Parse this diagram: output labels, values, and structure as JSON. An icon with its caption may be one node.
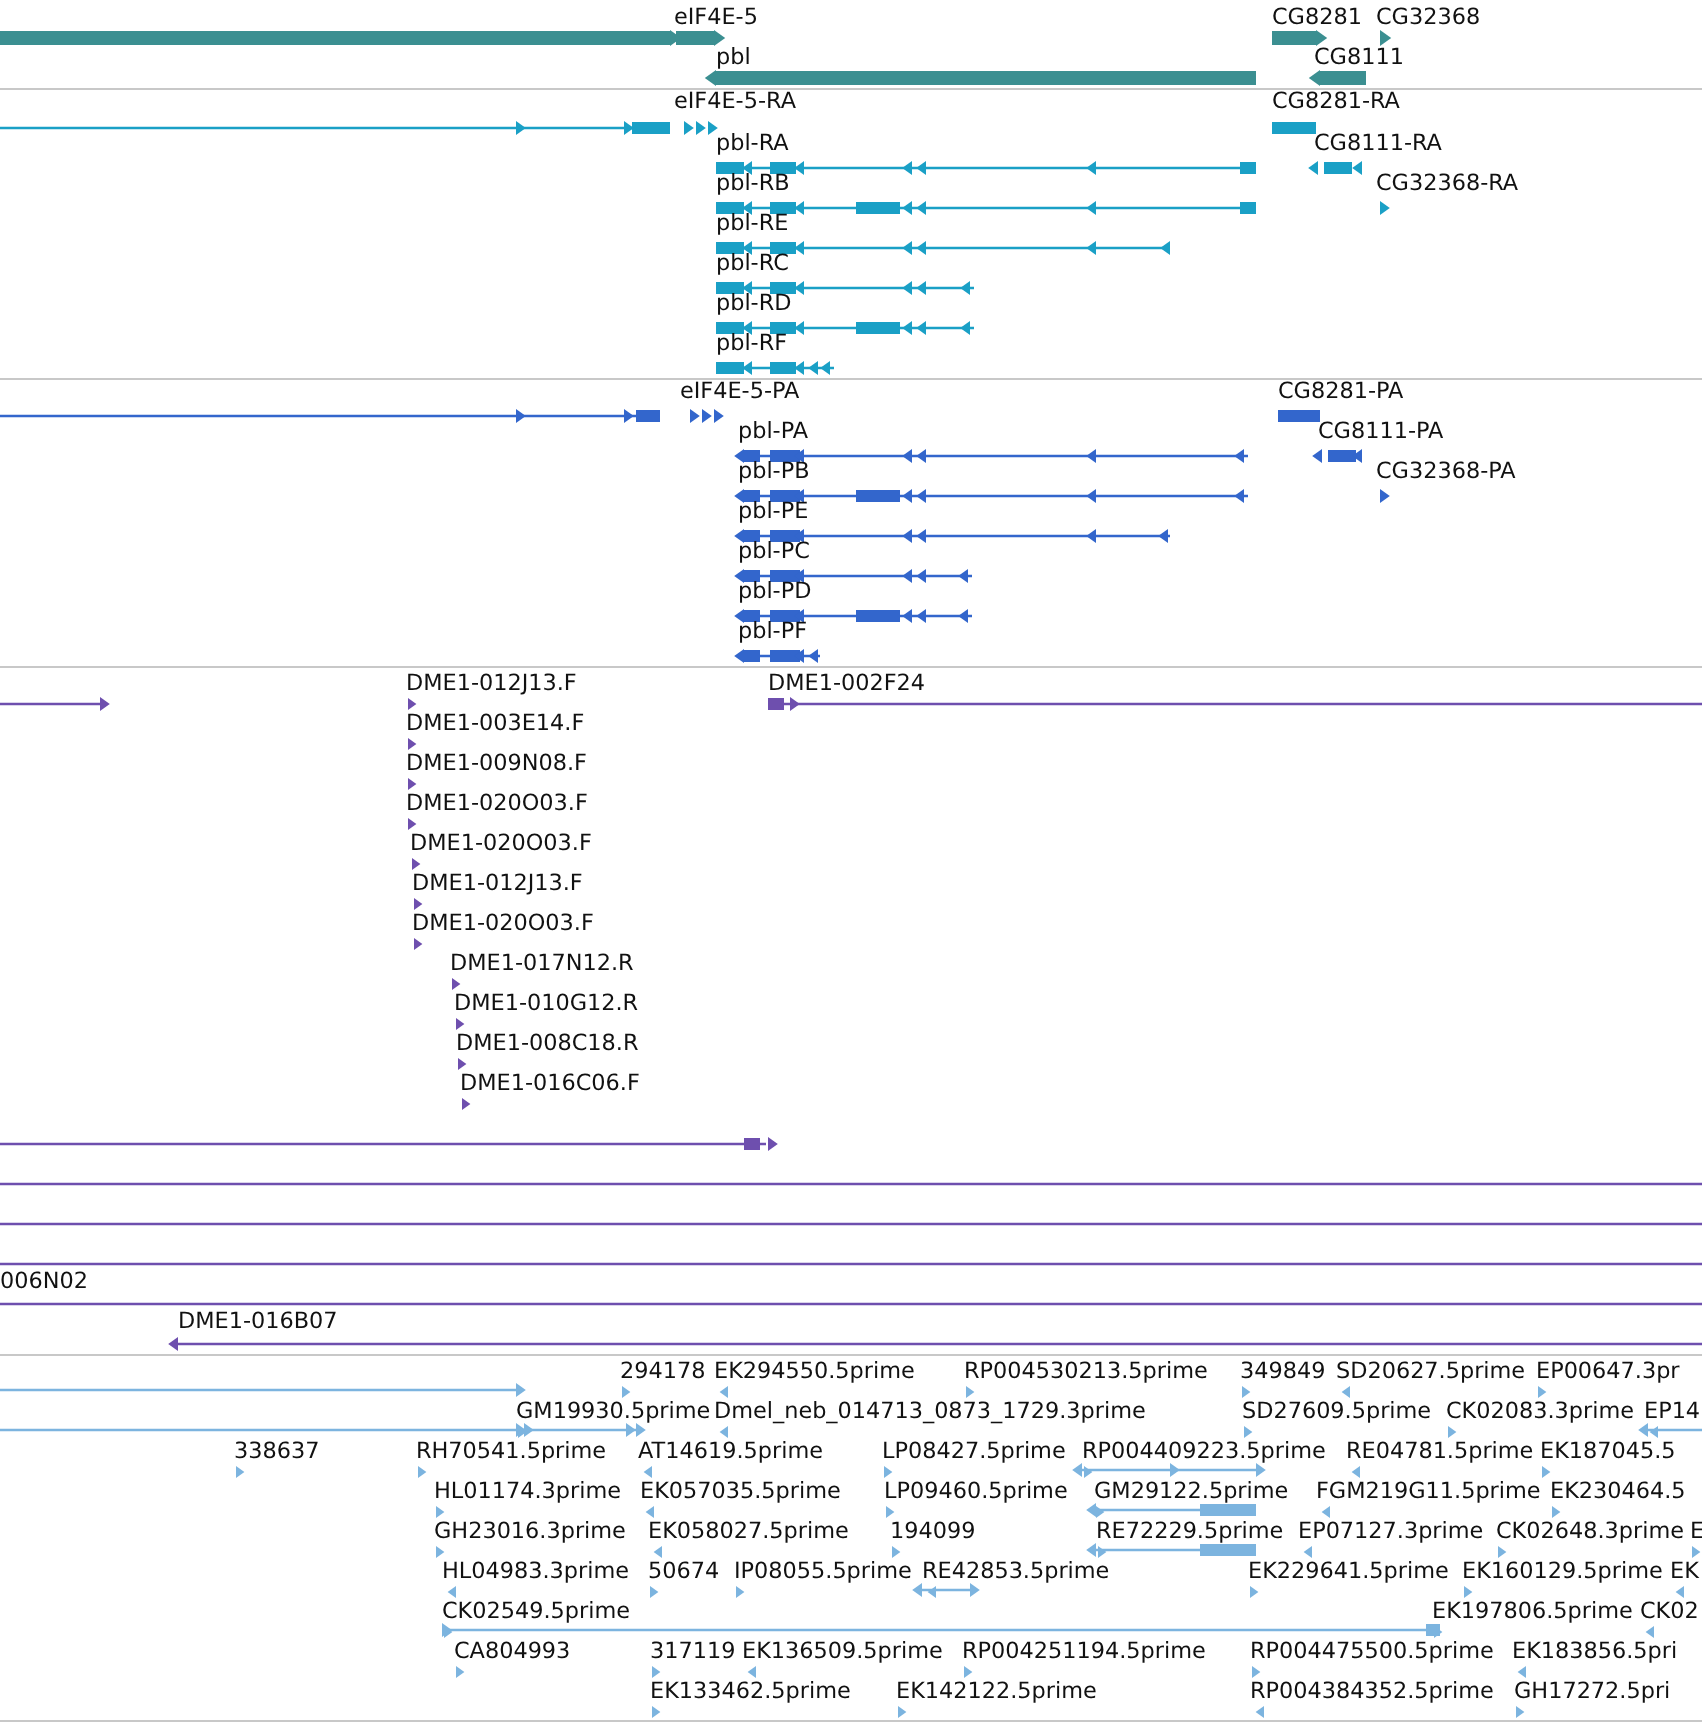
{
  "diagram": {
    "labels": [
      "eIF4E-5",
      "CG8281",
      "CG32368",
      "pbl",
      "CG8111",
      "eIF4E-5-RA",
      "CG8281-RA",
      "pbl-RA",
      "CG8111-RA",
      "pbl-RB",
      "CG32368-RA",
      "pbl-RE",
      "pbl-RC",
      "pbl-RD",
      "pbl-RF",
      "eIF4E-5-PA",
      "CG8281-PA",
      "pbl-PA",
      "CG8111-PA",
      "pbl-PB",
      "CG32368-PA",
      "pbl-PE",
      "pbl-PC",
      "pbl-PD",
      "pbl-PF",
      "DME1-012J13.F",
      "DME1-002F24",
      "DME1-003E14.F",
      "DME1-009N08.F",
      "DME1-020O03.F",
      "DME1-020O03.F",
      "DME1-012J13.F",
      "DME1-020O03.F",
      "DME1-017N12.R",
      "DME1-010G12.R",
      "DME1-008C18.R",
      "DME1-016C06.F",
      "006N02",
      "DME1-016B07",
      "294178",
      "EK294550.5prime",
      "RP004530213.5prime",
      "349849",
      "SD20627.5prime",
      "EP00647.3pr",
      "GM19930.5prime",
      "Dmel_neb_014713_0873_1729.3prime",
      "SD27609.5prime",
      "CK02083.3prime",
      "EP14",
      "338637",
      "RH70541.5prime",
      "AT14619.5prime",
      "LP08427.5prime",
      "RP004409223.5prime",
      "RE04781.5prime",
      "EK187045.5",
      "HL01174.3prime",
      "EK057035.5prime",
      "LP09460.5prime",
      "GM29122.5prime",
      "FGM219G11.5prime",
      "EK230464.5",
      "GH23016.3prime",
      "EK058027.5prime",
      "194099",
      "RE72229.5prime",
      "EP07127.3prime",
      "CK02648.3prime",
      "E",
      "HL04983.3prime",
      "50674",
      "IP08055.5prime",
      "RE42853.5prime",
      "EK229641.5prime",
      "EK160129.5prime",
      "EK",
      "CK02549.5prime",
      "EK197806.5prime",
      "CK02",
      "CA804993",
      "317119",
      "EK136509.5prime",
      "RP004251194.5prime",
      "RP004475500.5prime",
      "EK183856.5pri",
      "EK133462.5prime",
      "EK142122.5prime",
      "RP004384352.5prime",
      "GH17272.5pri"
    ]
  }
}
